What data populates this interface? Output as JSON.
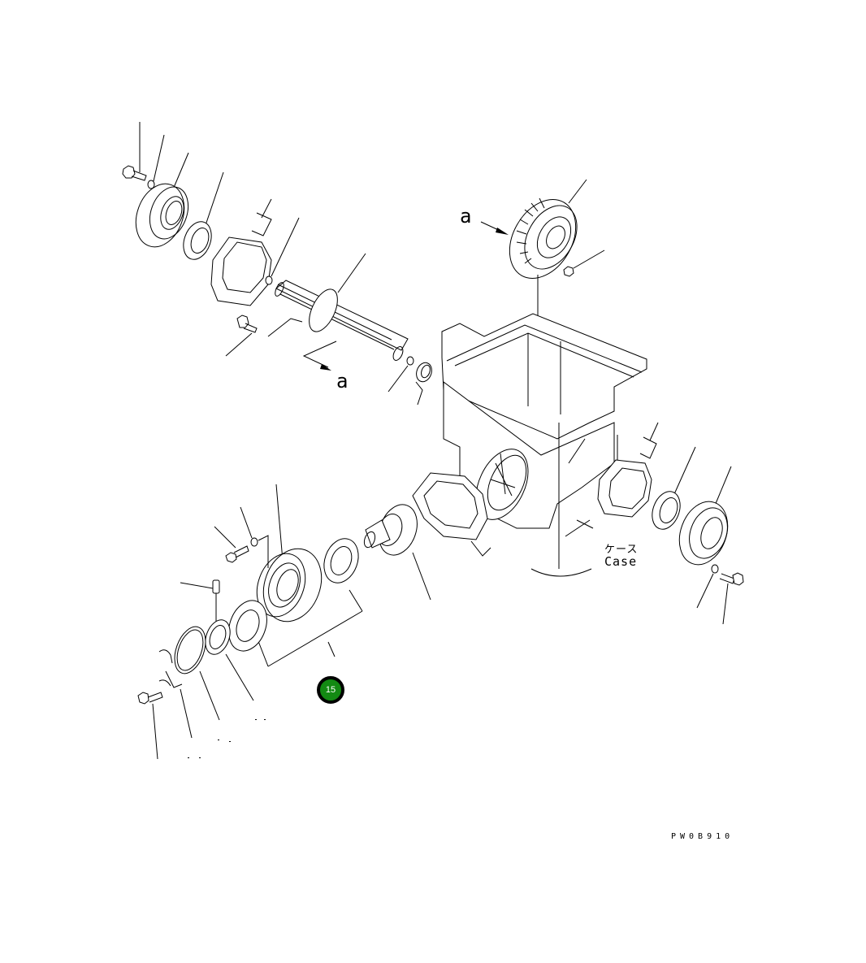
{
  "diagram": {
    "type": "exploded-parts-diagram",
    "background": "#ffffff",
    "line_color": "#000000",
    "labels": {
      "view_arrow_top": "a",
      "view_arrow_mid": "a",
      "case_jp": "ケース",
      "case_en": "Case",
      "reference_code": "PW0B910"
    },
    "callouts": [
      {
        "number": "15",
        "color": "#138a13",
        "border": "#000000"
      }
    ],
    "parts": [
      "bolt",
      "washer",
      "bearing-cage",
      "bearing",
      "shim",
      "plug",
      "bevel-pinion-shaft",
      "bolt",
      "plug",
      "seal",
      "bevel-gear",
      "nut",
      "case",
      "shim",
      "bearing",
      "bearing-cage",
      "washer",
      "bolt",
      "bolt",
      "washer",
      "cage",
      "bearing",
      "pin",
      "lock-plate",
      "plate",
      "wire",
      "bolt",
      "bevel-gear-shaft",
      "shim"
    ]
  }
}
